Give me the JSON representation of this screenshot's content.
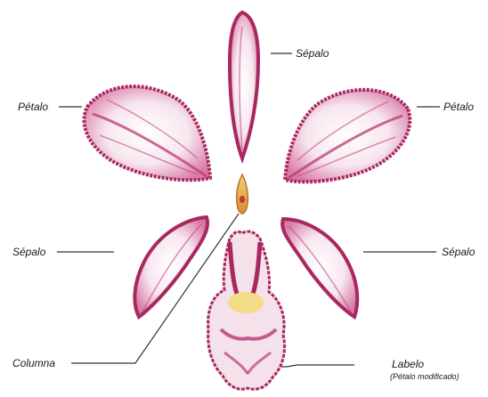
{
  "colors": {
    "petal_edge": "#a8285f",
    "petal_fill": "#f6e4ec",
    "petal_vein": "#c24a80",
    "column_fill": "#e0a64a",
    "column_tip": "#c0392b",
    "lip_yellow": "#f2dc7a",
    "leader_line": "#333333"
  },
  "labels": {
    "sepalo_top": "Sépalo",
    "petalo_left": "Pétalo",
    "petalo_right": "Pétalo",
    "sepalo_left": "Sépalo",
    "sepalo_right": "Sépalo",
    "columna": "Columna",
    "labelo": "Labelo",
    "labelo_note": "(Pétalo modificado)"
  }
}
